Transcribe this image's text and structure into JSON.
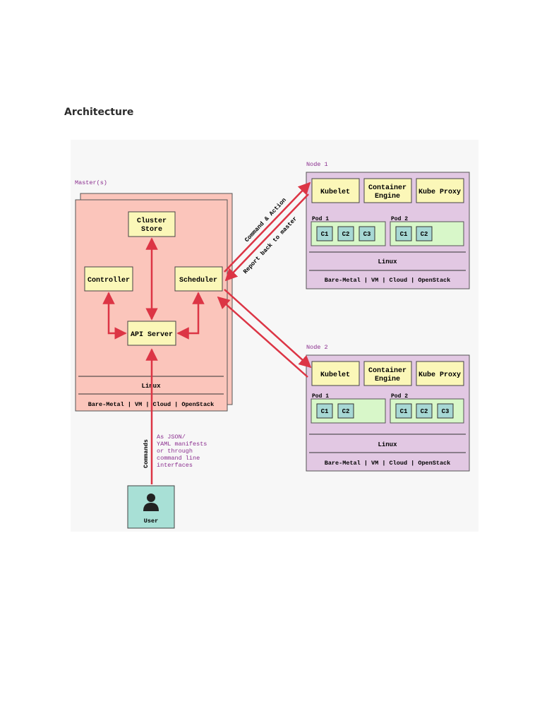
{
  "page": {
    "heading": "Architecture"
  },
  "colors": {
    "master_fill": "#fbc5bb",
    "node_fill": "#e2c8e3",
    "component_fill": "#fbf7b8",
    "pod_fill": "#d8f7c9",
    "container_fill": "#a7d8d4",
    "user_fill": "#a8e0d6",
    "arrow": "#dc3545",
    "annotation_text": "#8b2f8f"
  },
  "master": {
    "label": "Master(s)",
    "cluster_store": [
      "Cluster",
      "Store"
    ],
    "controller": "Controller",
    "scheduler": "Scheduler",
    "api_server": "API Server",
    "os": "Linux",
    "infra": "Bare-Metal | VM | Cloud | OpenStack"
  },
  "nodes": [
    {
      "label": "Node 1",
      "kubelet": "Kubelet",
      "engine": [
        "Container",
        "Engine"
      ],
      "proxy": "Kube Proxy",
      "pods": [
        {
          "label": "Pod 1",
          "containers": [
            "C1",
            "C2",
            "C3"
          ]
        },
        {
          "label": "Pod 2",
          "containers": [
            "C1",
            "C2"
          ]
        }
      ],
      "os": "Linux",
      "infra": "Bare-Metal | VM | Cloud | OpenStack"
    },
    {
      "label": "Node 2",
      "kubelet": "Kubelet",
      "engine": [
        "Container",
        "Engine"
      ],
      "proxy": "Kube Proxy",
      "pods": [
        {
          "label": "Pod 1",
          "containers": [
            "C1",
            "C2"
          ]
        },
        {
          "label": "Pod 2",
          "containers": [
            "C1",
            "C2",
            "C3"
          ]
        }
      ],
      "os": "Linux",
      "infra": "Bare-Metal | VM | Cloud | OpenStack"
    }
  ],
  "edges": {
    "command_action": "Command & Action",
    "report_back": "Report back to master",
    "commands": "Commands",
    "commands_note": [
      "As JSON/",
      "YAML manifests",
      "or through",
      "command line",
      "interfaces"
    ]
  },
  "user": {
    "label": "User",
    "icon": "user-icon"
  }
}
